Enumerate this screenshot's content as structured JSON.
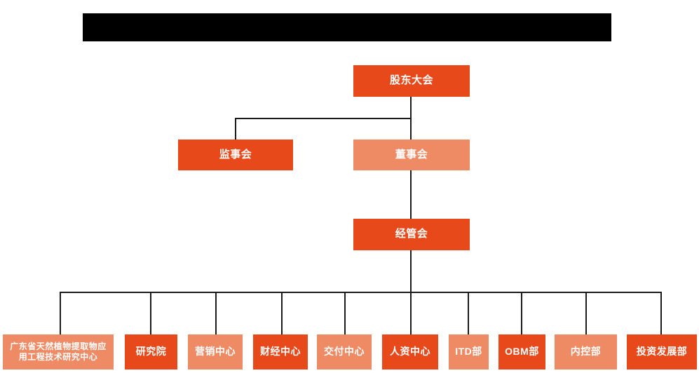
{
  "diagram": {
    "type": "org-chart",
    "title_bar": {
      "label": "",
      "redacted": true,
      "color": "#000000"
    },
    "colors": {
      "dark_orange": "#E8491B",
      "light_orange": "#EE8A64",
      "text": "#FFFFFF",
      "connector": "#1A1A1A",
      "background": "#FFFFFF"
    },
    "levels": [
      {
        "level": 1,
        "nodes": [
          {
            "id": "shareholders",
            "label": "股东大会",
            "tone": "dark",
            "font_size": 15
          }
        ]
      },
      {
        "level": 2,
        "nodes": [
          {
            "id": "supervisors",
            "label": "监事会",
            "tone": "dark",
            "font_size": 15
          },
          {
            "id": "directors",
            "label": "董事会",
            "tone": "light",
            "font_size": 15
          }
        ]
      },
      {
        "level": 3,
        "nodes": [
          {
            "id": "management",
            "label": "经管会",
            "tone": "dark",
            "font_size": 15
          }
        ]
      },
      {
        "level": 4,
        "nodes": [
          {
            "id": "research-center",
            "label": "广东省天然植物提取物应\n用工程技术研究中心",
            "tone": "light",
            "font_size": 12
          },
          {
            "id": "institute",
            "label": "研究院",
            "tone": "dark",
            "font_size": 14
          },
          {
            "id": "marketing-center",
            "label": "营销中心",
            "tone": "light",
            "font_size": 14
          },
          {
            "id": "finance-center",
            "label": "财经中心",
            "tone": "dark",
            "font_size": 14
          },
          {
            "id": "delivery-center",
            "label": "交付中心",
            "tone": "light",
            "font_size": 14
          },
          {
            "id": "hr-center",
            "label": "人资中心",
            "tone": "dark",
            "font_size": 14
          },
          {
            "id": "itd-dept",
            "label": "ITD部",
            "tone": "light",
            "font_size": 14
          },
          {
            "id": "obm-dept",
            "label": "OBM部",
            "tone": "dark",
            "font_size": 14
          },
          {
            "id": "internal-control-dept",
            "label": "内控部",
            "tone": "light",
            "font_size": 14
          },
          {
            "id": "investment-development-dept",
            "label": "投资发展部",
            "tone": "dark",
            "font_size": 14
          }
        ]
      }
    ]
  }
}
